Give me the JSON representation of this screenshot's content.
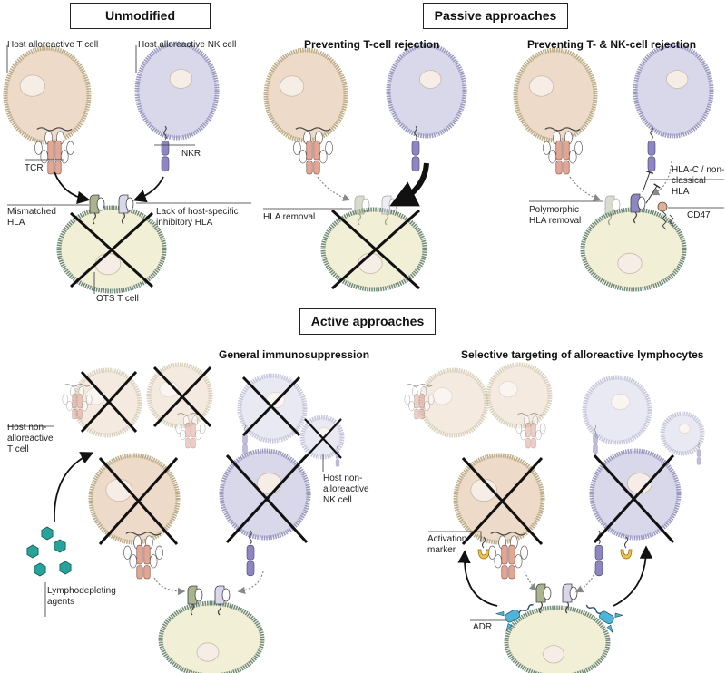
{
  "headers": {
    "unmodified": "Unmodified",
    "passive": "Passive approaches",
    "active": "Active approaches"
  },
  "subtitles": {
    "t_rejection": "Preventing T-cell rejection",
    "tnk_rejection": "Preventing T- & NK-cell rejection",
    "general": "General immunosuppression",
    "selective": "Selective targeting of alloreactive lymphocytes"
  },
  "labels": {
    "host_t": "Host alloreactive T cell",
    "host_nk": "Host alloreactive NK cell",
    "tcr": "TCR",
    "nkr": "NKR",
    "mismatched_hla": "Mismatched HLA",
    "lack_hla": "Lack of host-specific inhibitory HLA",
    "ots": "OTS T cell",
    "hla_removal": "HLA removal",
    "poly_hla": "Polymorphic HLA removal",
    "hlac": "HLA-C / non-classical HLA",
    "cd47": "CD47",
    "non_allo_t": "Host non-alloreactive T cell",
    "non_allo_nk": "Host non-alloreactive NK cell",
    "lympho": "Lymphodepleting agents",
    "activation": "Activation marker",
    "adr": "ADR"
  },
  "colors": {
    "t_cell_fill": "#eedac8",
    "t_cell_membrane": "#b9ac87",
    "nk_fill": "#d8d8ea",
    "nk_membrane": "#9a98bf",
    "ots_fill": "#f1efd6",
    "ots_membrane": "#6f8a78",
    "tcr_pink": "#e3a594",
    "nkr_purple": "#8d86c3",
    "hla_green": "#a9b48e",
    "lympho_teal": "#27a39c",
    "adr_blue": "#4fb5d8",
    "activation_yellow": "#f1c24a"
  }
}
